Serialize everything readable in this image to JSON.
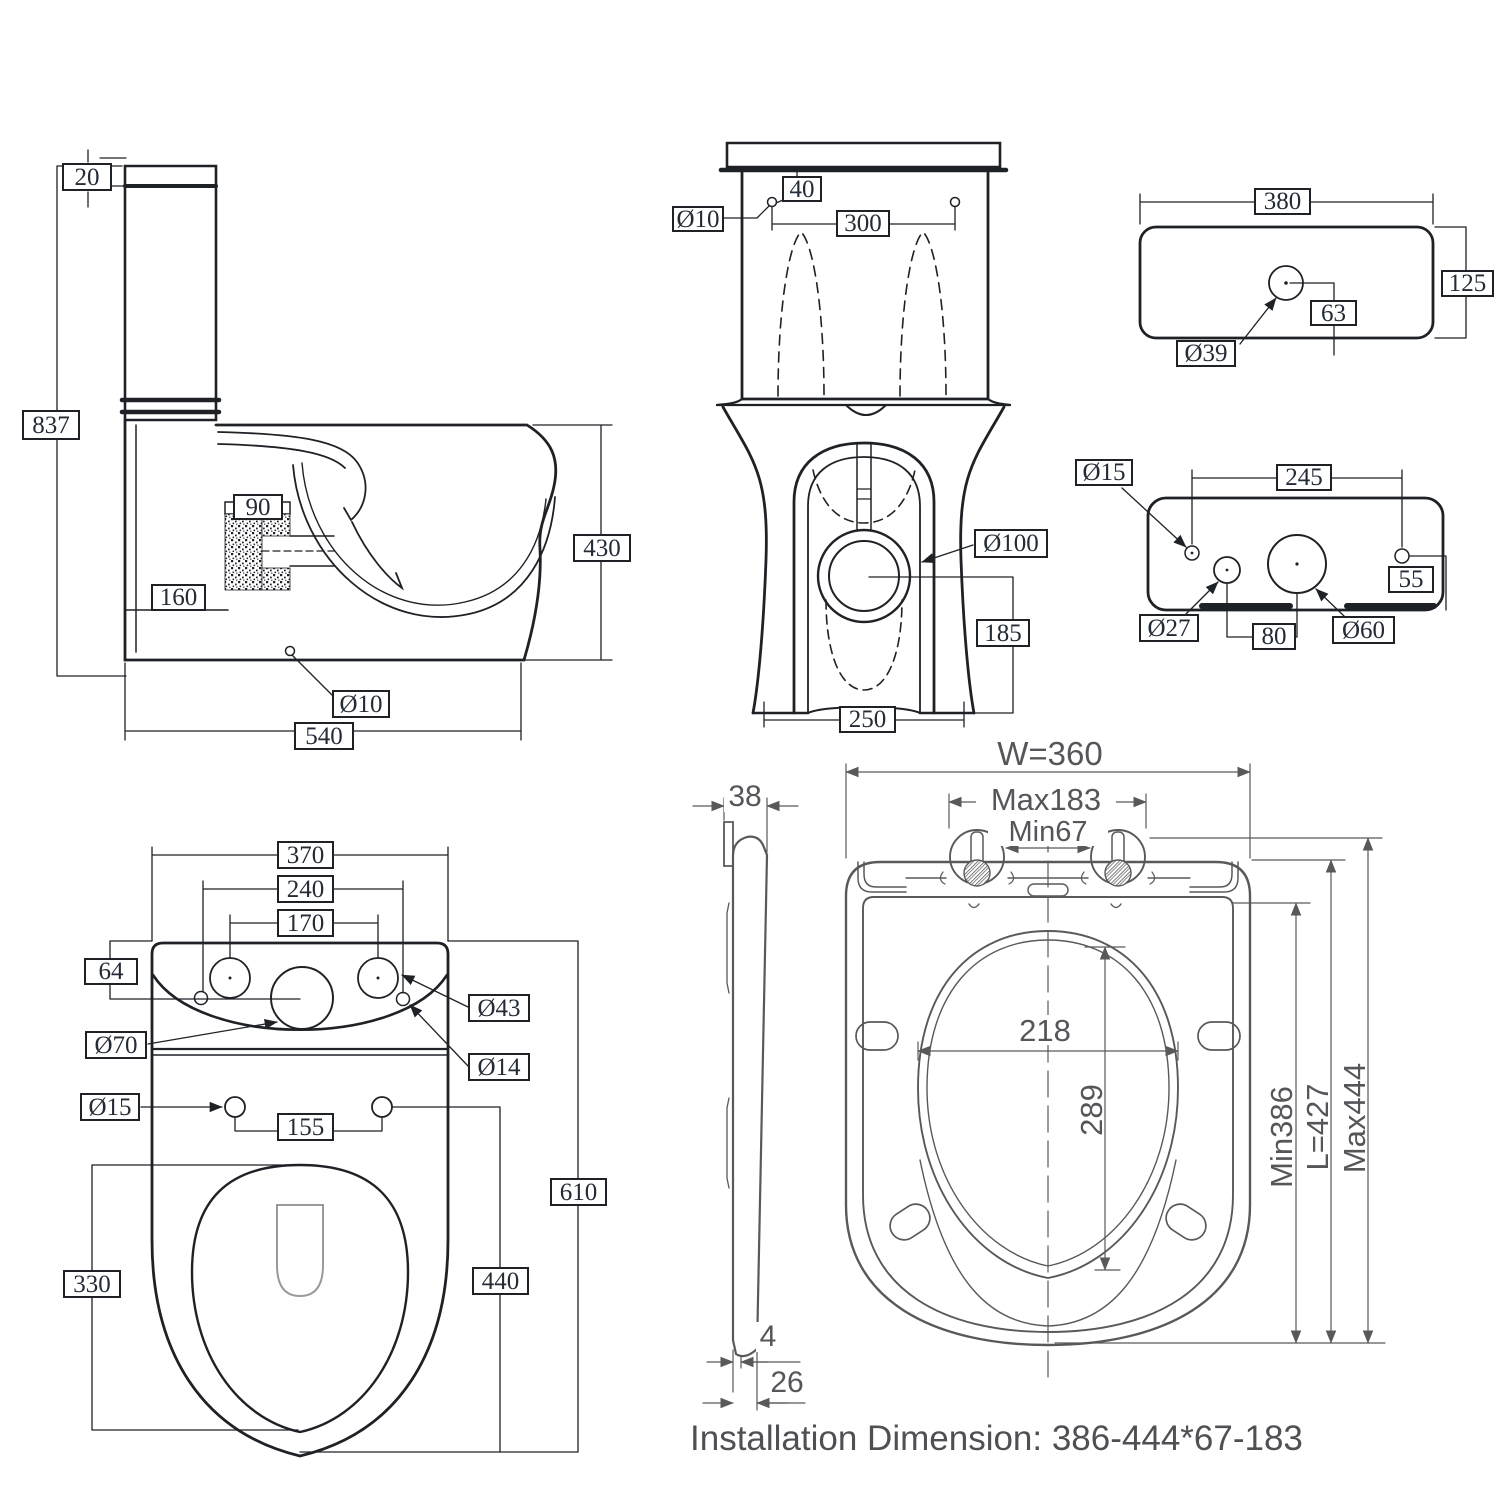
{
  "footer": {
    "installation_dimension": "Installation Dimension: 386-444*67-183"
  },
  "colors": {
    "line": "#1e2126",
    "seat_line": "#58595b",
    "label_text": "#232b36"
  },
  "views": {
    "side": {
      "title": "toilet-side-section",
      "dims": {
        "d20": "20",
        "d837": "837",
        "d90": "90",
        "d160": "160",
        "d430": "430",
        "d10": "Ø10",
        "d540": "540"
      }
    },
    "front": {
      "title": "toilet-front",
      "dims": {
        "d40": "40",
        "d10": "Ø10",
        "d300": "300",
        "d100": "Ø100",
        "d185": "185",
        "d250": "250"
      }
    },
    "lid_top": {
      "title": "cistern-lid-top",
      "dims": {
        "d380": "380",
        "d125": "125",
        "d63": "63",
        "d39": "Ø39"
      }
    },
    "tank_holes": {
      "title": "cistern-holes",
      "dims": {
        "d15": "Ø15",
        "d245": "245",
        "d55": "55",
        "d27": "Ø27",
        "d80": "80",
        "d60": "Ø60"
      }
    },
    "bowl_top": {
      "title": "toilet-plan",
      "dims": {
        "d370": "370",
        "d240": "240",
        "d170": "170",
        "d64": "64",
        "d43": "Ø43",
        "d70": "Ø70",
        "d14": "Ø14",
        "d15": "Ø15",
        "d155": "155",
        "d610": "610",
        "d440": "440",
        "d330": "330"
      }
    },
    "seat": {
      "title": "seat-dimensions",
      "dims": {
        "d38": "38",
        "w360": "W=360",
        "max183": "Max183",
        "min67": "Min67",
        "d218": "218",
        "d289": "289",
        "min386": "Min386",
        "l427": "L=427",
        "max444": "Max444",
        "d4": "4",
        "d26": "26"
      }
    }
  }
}
